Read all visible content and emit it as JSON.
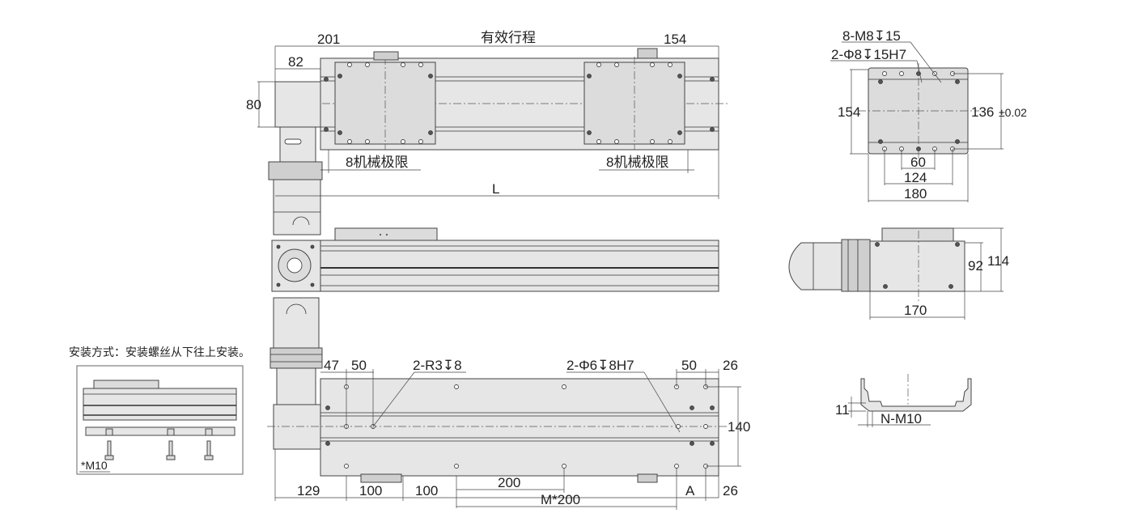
{
  "top_view": {
    "dim_201": "201",
    "stroke_label": "有效行程",
    "dim_154": "154",
    "dim_82": "82",
    "dim_80": "80",
    "limit_left": "8机械极限",
    "limit_right": "8机械极限",
    "dim_L": "L"
  },
  "bottom_view": {
    "dim_47": "47",
    "dim_50_left": "50",
    "callout_r3": "2-R3↧8",
    "callout_pin": "2-Φ6↧8H7",
    "dim_50_right": "50",
    "dim_26_top": "26",
    "dim_140": "140",
    "dim_129": "129",
    "dim_100_a": "100",
    "dim_100_b": "100",
    "dim_200": "200",
    "dim_A": "A",
    "dim_26_bottom": "26",
    "dim_M200": "M*200"
  },
  "end_view_top": {
    "callout_m8": "8-M8↧15",
    "callout_pin": "2-Φ8↧15H7",
    "dim_154": "154",
    "dim_136": "136",
    "tolerance": "±0.02",
    "dim_60": "60",
    "dim_124": "124",
    "dim_180": "180"
  },
  "end_view_side": {
    "dim_92": "92",
    "dim_114": "114",
    "dim_170": "170"
  },
  "profile_view": {
    "dim_11": "11",
    "thread_label": "N-M10"
  },
  "mounting_note": {
    "title": "安装方式：安装螺丝从下往上安装。",
    "bolt_label": "*M10"
  }
}
